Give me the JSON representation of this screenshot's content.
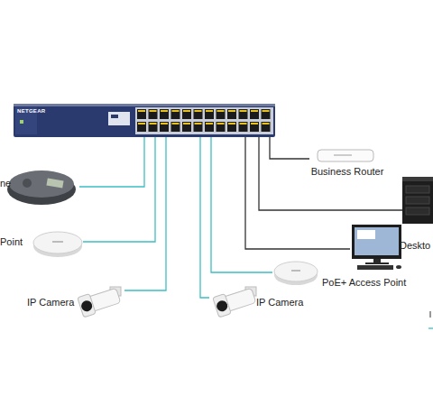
{
  "diagram": {
    "nodes": [
      {
        "text": [
          "NETGEAR"
        ]
      },
      {
        "text": [
          "Business Router"
        ]
      },
      {
        "text": [
          "ne"
        ]
      },
      {
        "text": [
          "Point"
        ]
      },
      {
        "text": [
          "Deskto"
        ]
      },
      {
        "text": [
          "PoE+ Access Point"
        ]
      },
      {
        "text": [
          "IP Camera"
        ]
      },
      {
        "text": [
          "IP Camera"
        ]
      }
    ],
    "edges": [
      {
        "from": 0,
        "to": 1,
        "arrow": "none"
      },
      {
        "from": 0,
        "to": 2,
        "arrow": "none"
      },
      {
        "from": 0,
        "to": 3,
        "arrow": "none"
      },
      {
        "from": 0,
        "to": 4,
        "arrow": "none"
      },
      {
        "from": 0,
        "to": 5,
        "arrow": "none"
      },
      {
        "from": 0,
        "to": 6,
        "arrow": "none"
      },
      {
        "from": 0,
        "to": 7,
        "arrow": "none"
      }
    ]
  }
}
